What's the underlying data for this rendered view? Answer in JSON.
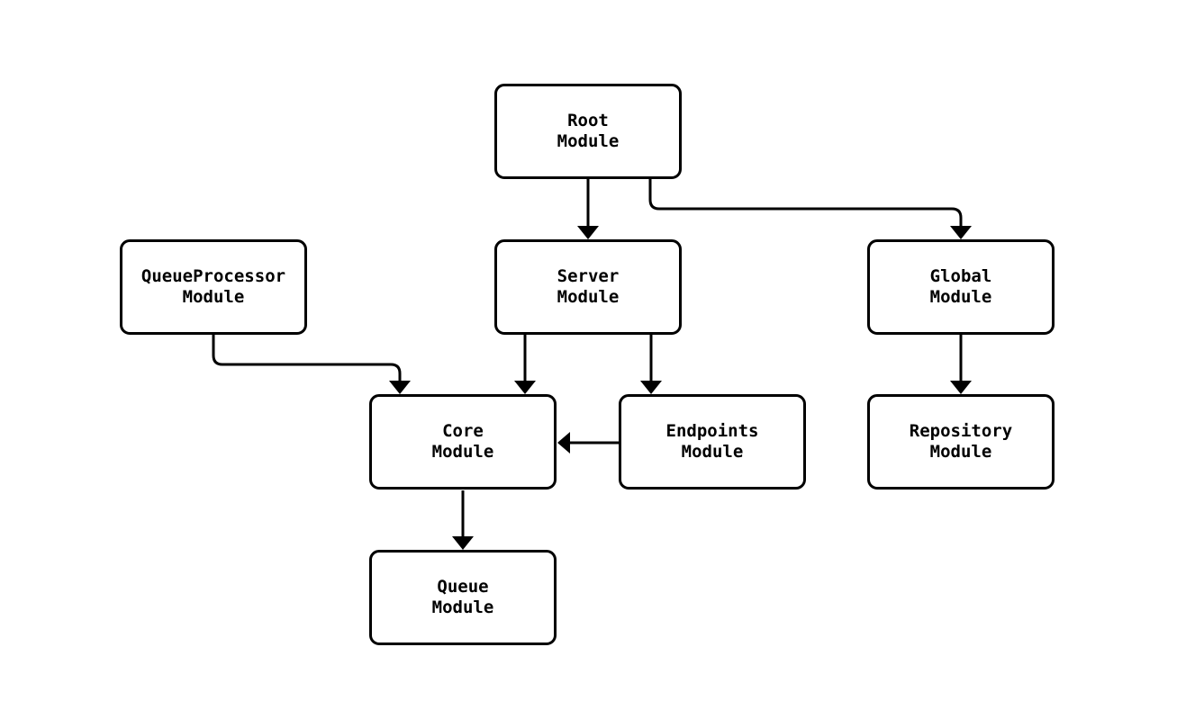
{
  "diagram": {
    "type": "flowchart",
    "background_color": "#ffffff",
    "node_fill_color": "#ffffff",
    "node_border_color": "#000000",
    "edge_color": "#000000",
    "nodes": {
      "root": {
        "title": "Root",
        "subtitle": "Module"
      },
      "queueprocessor": {
        "title": "QueueProcessor",
        "subtitle": "Module"
      },
      "server": {
        "title": "Server",
        "subtitle": "Module"
      },
      "global": {
        "title": "Global",
        "subtitle": "Module"
      },
      "core": {
        "title": "Core",
        "subtitle": "Module"
      },
      "endpoints": {
        "title": "Endpoints",
        "subtitle": "Module"
      },
      "repository": {
        "title": "Repository",
        "subtitle": "Module"
      },
      "queue": {
        "title": "Queue",
        "subtitle": "Module"
      }
    },
    "edges": [
      {
        "from": "Root Module",
        "to": "Server Module"
      },
      {
        "from": "Root Module",
        "to": "Global Module"
      },
      {
        "from": "QueueProcessor Module",
        "to": "Core Module"
      },
      {
        "from": "Server Module",
        "to": "Core Module"
      },
      {
        "from": "Server Module",
        "to": "Endpoints Module"
      },
      {
        "from": "Endpoints Module",
        "to": "Core Module"
      },
      {
        "from": "Global Module",
        "to": "Repository Module"
      },
      {
        "from": "Core Module",
        "to": "Queue Module"
      }
    ]
  }
}
